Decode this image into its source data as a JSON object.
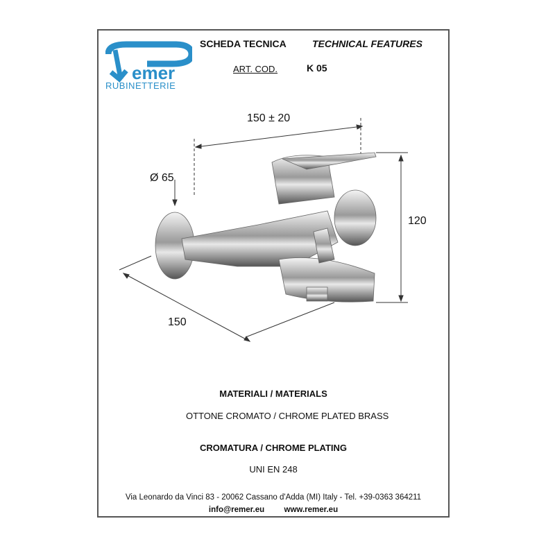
{
  "brand": {
    "name": "Remer",
    "subtitle": "RUBINETTERIE",
    "color": "#2a8fc9"
  },
  "header": {
    "title_it": "SCHEDA TECNICA",
    "title_en": "TECHNICAL FEATURES",
    "art_label": "ART. COD.",
    "art_code": "K 05"
  },
  "drawing": {
    "width_dim": "150 ± 20",
    "diameter_dim": "Ø 65",
    "height_dim": "120",
    "depth_dim": "150"
  },
  "materials": {
    "heading": "MATERIALI / MATERIALS",
    "value": "OTTONE CROMATO / CHROME PLATED BRASS"
  },
  "plating": {
    "heading": "CROMATURA / CHROME PLATING",
    "value": "UNI EN 248"
  },
  "footer": {
    "address": "Via Leonardo da Vinci 83 - 20062 Cassano d'Adda (MI) Italy - Tel. +39-0363 364211",
    "email": "info@remer.eu",
    "website": "www.remer.eu"
  }
}
